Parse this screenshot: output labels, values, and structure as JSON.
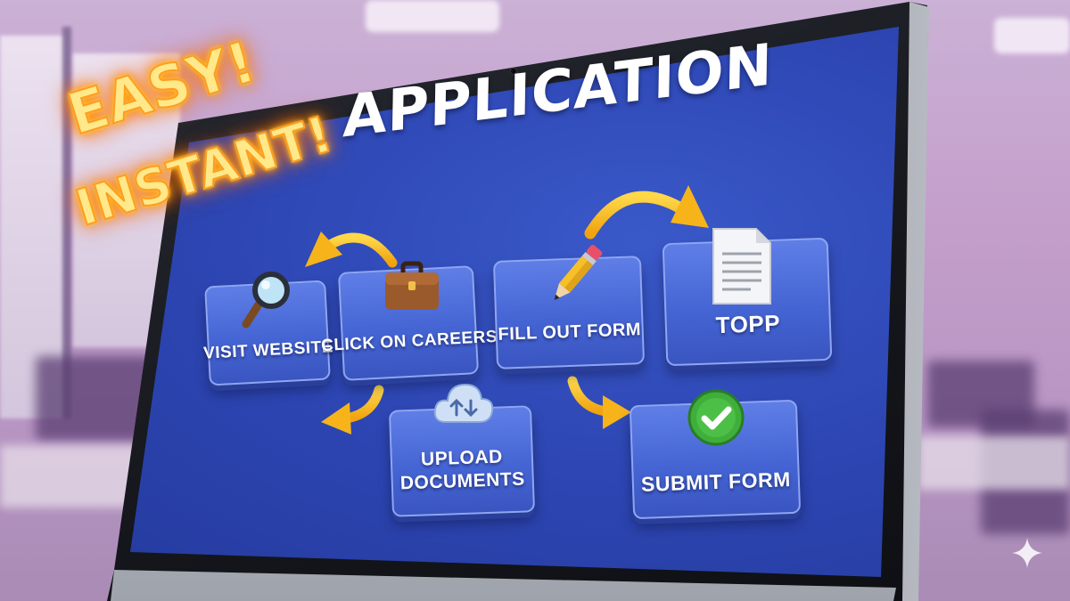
{
  "badges": {
    "line1": "EASY!",
    "line2": "INSTANT!"
  },
  "screen": {
    "title": "APPLICATION"
  },
  "steps": {
    "visit": {
      "label": "VISIT WEBSITE",
      "icon": "magnifier-icon"
    },
    "careers": {
      "label": "CLICK ON CAREERS",
      "icon": "briefcase-icon"
    },
    "fill": {
      "label": "FILL OUT FORM",
      "icon": "pencil-icon"
    },
    "topp": {
      "label": "TOPP",
      "icon": "document-icon"
    },
    "upload": {
      "label_line1": "UPLOAD",
      "label_line2": "DOCUMENTS",
      "icon": "cloud-upload-icon"
    },
    "submit": {
      "label": "SUBMIT FORM",
      "icon": "check-circle-icon"
    }
  },
  "colors": {
    "screen_blue": "#2d46b3",
    "card_blue": "#4565d4",
    "arrow_yellow": "#ffc21a",
    "neon_orange": "#ff9d1e",
    "check_green": "#3fae3a"
  }
}
